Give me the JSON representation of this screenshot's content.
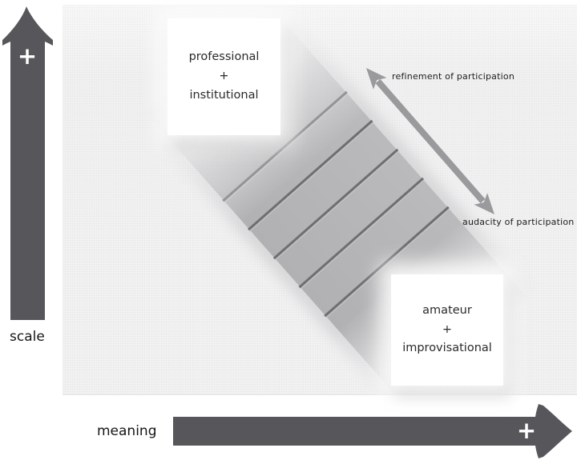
{
  "figure": {
    "y_axis": {
      "label": "scale",
      "plus": "+"
    },
    "x_axis": {
      "label": "meaning",
      "plus": "+"
    },
    "box_top_left": {
      "line1": "professional",
      "line2": "+",
      "line3": "institutional"
    },
    "box_bottom_right": {
      "line1": "amateur",
      "line2": "+",
      "line3": "improvisational"
    },
    "double_arrow": {
      "label_upper": "refinement of participation",
      "label_lower": "audacity of participation"
    },
    "band": {
      "planks": 6,
      "dividers": 5,
      "angle_deg": 48.6
    },
    "colors": {
      "axis_arrow": "#57575b",
      "band_fill": "#b5b5b7",
      "band_divider": "#6f6f72",
      "band_divider_highlight": "#c9c9cb",
      "double_arrow": "#9a9a9c",
      "stage_background": "#f2f2f3",
      "box_background": "#ffffff",
      "text": "#222222"
    }
  }
}
